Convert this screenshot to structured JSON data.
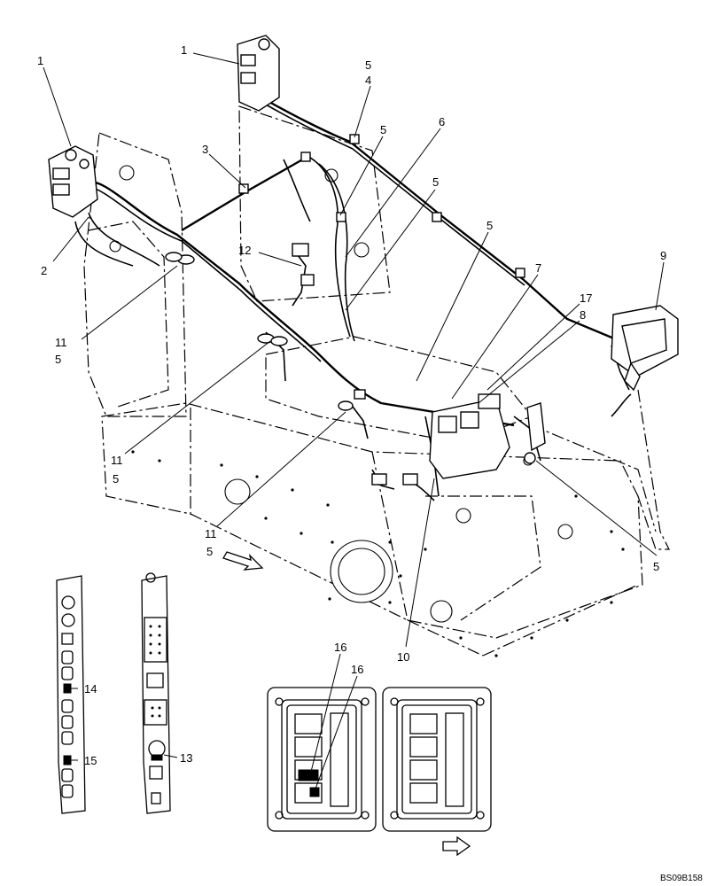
{
  "drawing_ref": "BS09B158",
  "callouts": {
    "c1a": "1",
    "c1b": "1",
    "c2": "2",
    "c3": "3",
    "c4": "4",
    "c5a": "5",
    "c5b": "5",
    "c5c": "5",
    "c5d": "5",
    "c5e": "5",
    "c5f": "5",
    "c5g": "5",
    "c5h": "5",
    "c6": "6",
    "c7": "7",
    "c8": "8",
    "c9": "9",
    "c10": "10",
    "c11a": "11",
    "c11b": "11",
    "c11c": "11",
    "c12": "12",
    "c13": "13",
    "c14": "14",
    "c15": "15",
    "c16a": "16",
    "c16b": "16",
    "c17": "17"
  }
}
